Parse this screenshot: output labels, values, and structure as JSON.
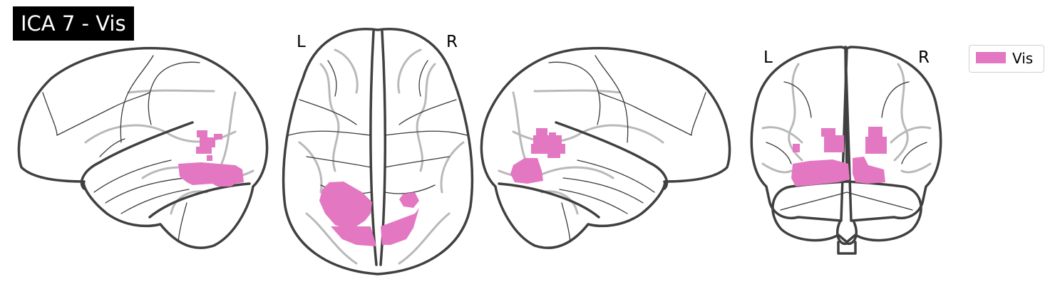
{
  "figure": {
    "title": "ICA 7 - Vis",
    "network_color": "#e377c2",
    "views": [
      {
        "name": "sagittal-left",
        "labels": []
      },
      {
        "name": "axial",
        "labels": [
          "L",
          "R"
        ]
      },
      {
        "name": "sagittal-right",
        "labels": []
      },
      {
        "name": "coronal",
        "labels": [
          "L",
          "R"
        ]
      }
    ],
    "legend": {
      "entries": [
        {
          "label": "Vis",
          "color": "#e377c2"
        }
      ]
    }
  }
}
